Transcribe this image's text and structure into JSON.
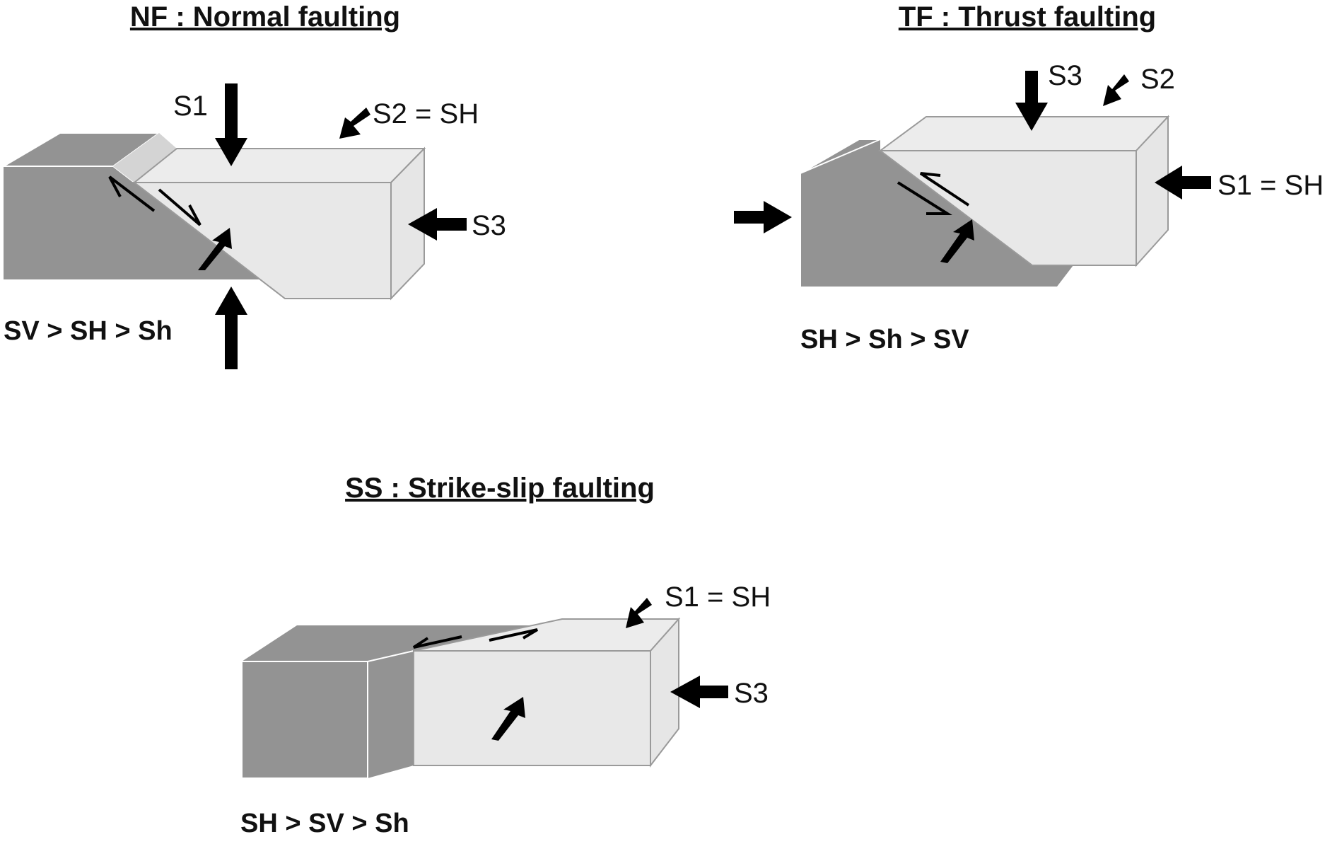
{
  "nf": {
    "title": "NF : Normal faulting",
    "s1": "S1",
    "s2": "S2 = SH",
    "s3": "S3",
    "order": "SV > SH > Sh"
  },
  "tf": {
    "title": "TF : Thrust faulting",
    "s3": "S3",
    "s2": "S2",
    "s1": "S1 = SH",
    "order": "SH > Sh > SV"
  },
  "ss": {
    "title": "SS : Strike-slip faulting",
    "s1": "S1 = SH",
    "s3": "S3",
    "order": "SH > SV > Sh"
  }
}
